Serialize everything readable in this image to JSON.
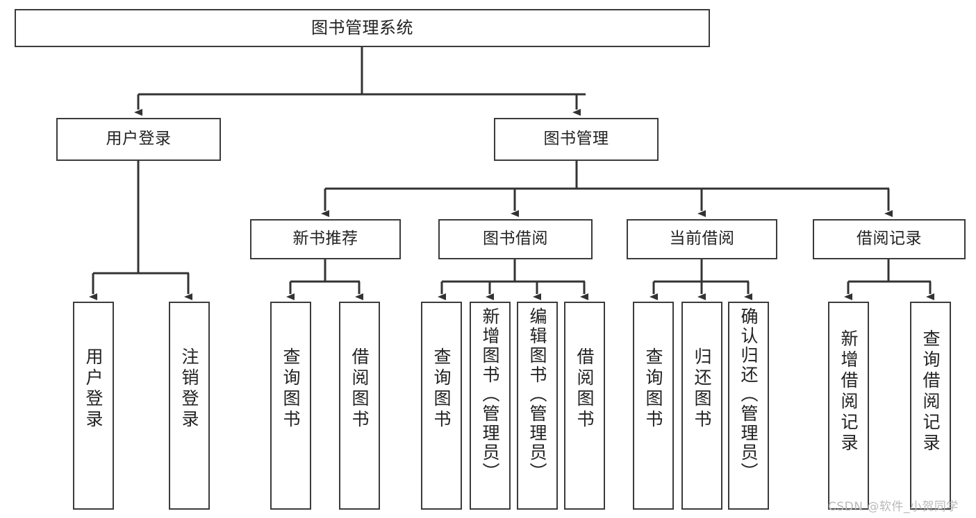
{
  "diagram": {
    "type": "tree-hierarchy",
    "title": "图书管理系统",
    "orientation": "top-down",
    "colors": {
      "box_border": "#3b3b3b",
      "box_fill": "#ffffff",
      "connector": "#333333",
      "text": "#222222",
      "watermark": "#b9b9b9"
    },
    "root": {
      "id": "root",
      "label": "图书管理系统"
    },
    "level1": [
      {
        "id": "user-login",
        "label": "用户登录"
      },
      {
        "id": "book-manage",
        "label": "图书管理"
      }
    ],
    "level2": [
      {
        "id": "new-book-rec",
        "label": "新书推荐",
        "parent": "book-manage"
      },
      {
        "id": "book-borrow",
        "label": "图书借阅",
        "parent": "book-manage"
      },
      {
        "id": "current-borrow",
        "label": "当前借阅",
        "parent": "book-manage"
      },
      {
        "id": "borrow-record",
        "label": "借阅记录",
        "parent": "book-manage"
      }
    ],
    "leaves": [
      {
        "id": "leaf-user-login",
        "label": "用户登录",
        "parent": "user-login"
      },
      {
        "id": "leaf-user-logout",
        "label": "注销登录",
        "parent": "user-login"
      },
      {
        "id": "leaf-rec-query-book",
        "label": "查询图书",
        "parent": "new-book-rec"
      },
      {
        "id": "leaf-rec-borrow-book",
        "label": "借阅图书",
        "parent": "new-book-rec"
      },
      {
        "id": "leaf-borrow-query-book",
        "label": "查询图书",
        "parent": "book-borrow"
      },
      {
        "id": "leaf-borrow-add-book",
        "label": "新增图书（管理员）",
        "parent": "book-borrow"
      },
      {
        "id": "leaf-borrow-edit-book",
        "label": "编辑图书（管理员）",
        "parent": "book-borrow"
      },
      {
        "id": "leaf-borrow-borrow-book",
        "label": "借阅图书",
        "parent": "book-borrow"
      },
      {
        "id": "leaf-current-query-book",
        "label": "查询图书",
        "parent": "current-borrow"
      },
      {
        "id": "leaf-current-return-book",
        "label": "归还图书",
        "parent": "current-borrow"
      },
      {
        "id": "leaf-current-confirm-return",
        "label": "确认归还（管理员）",
        "parent": "current-borrow"
      },
      {
        "id": "leaf-record-add",
        "label": "新增借阅记录",
        "parent": "borrow-record"
      },
      {
        "id": "leaf-record-query",
        "label": "查询借阅记录",
        "parent": "borrow-record"
      }
    ],
    "watermark": "CSDN @软件_小贺同学"
  }
}
